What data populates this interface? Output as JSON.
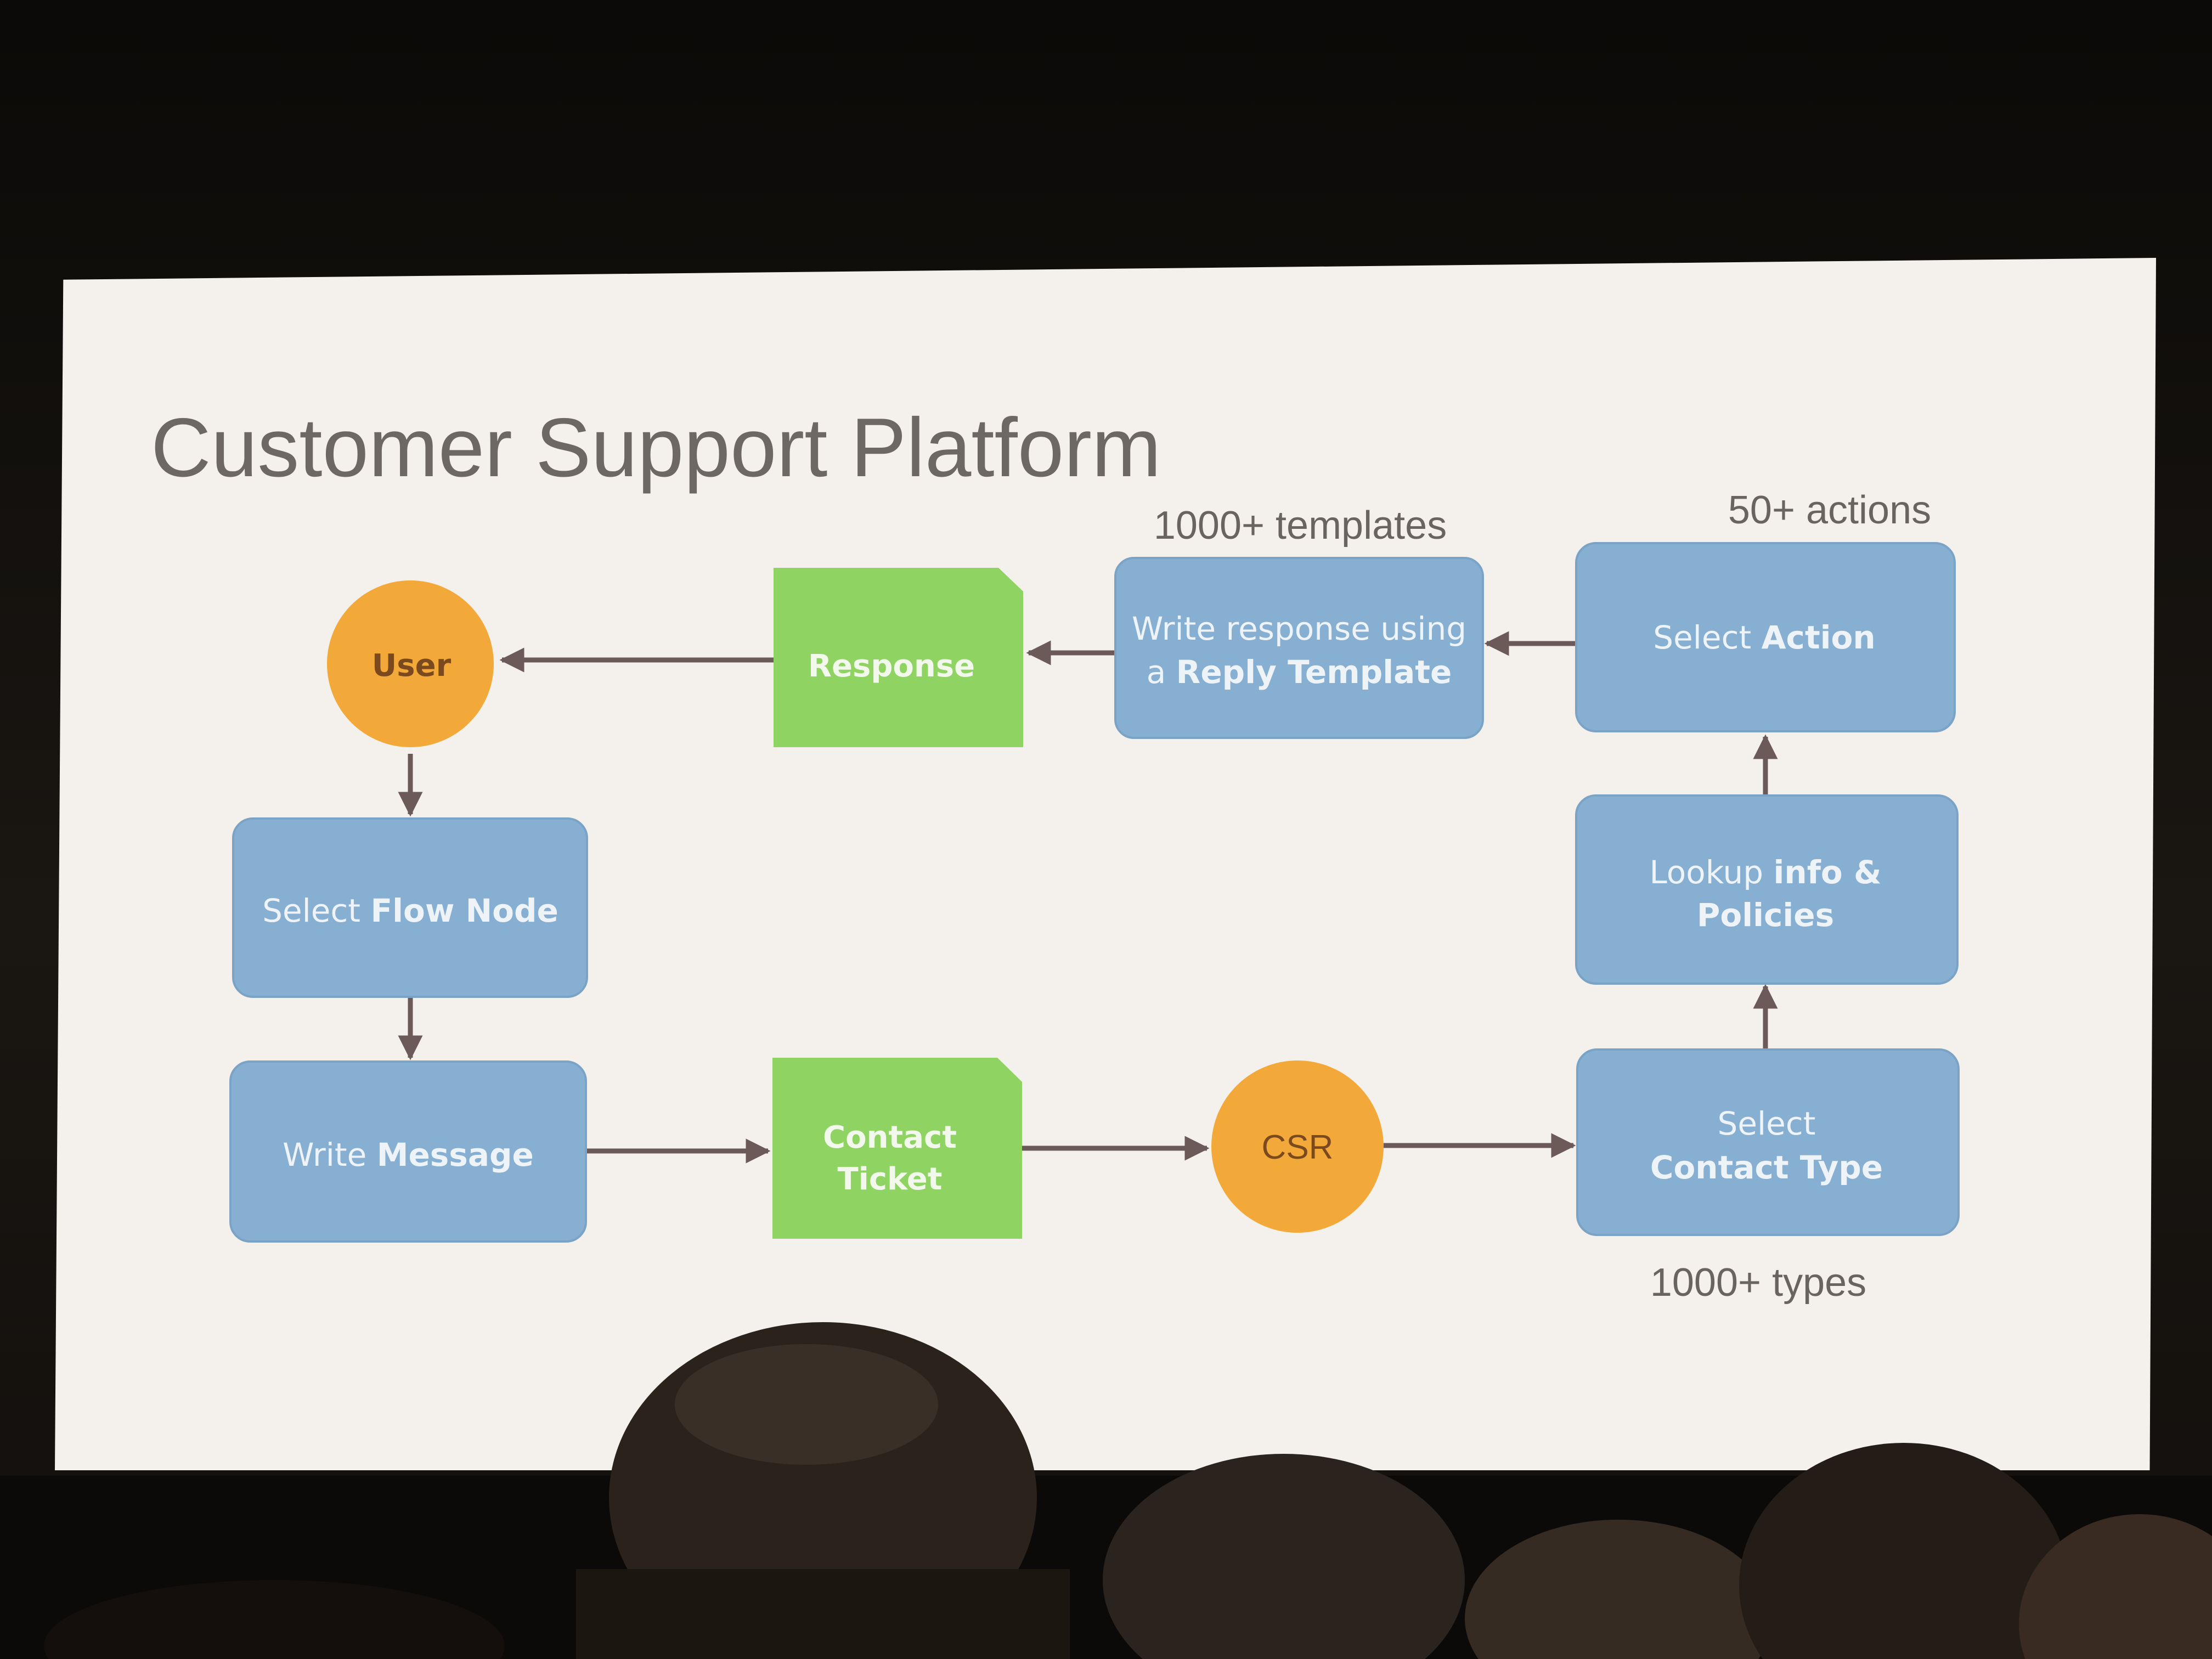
{
  "slide": {
    "title": "Customer Support Platform",
    "annotations": {
      "templates": "1000+ templates",
      "actions": "50+ actions",
      "types": "1000+ types"
    },
    "nodes": {
      "user": "User",
      "response": "Response",
      "write_response_line1": "Write response using",
      "write_response_line2_prefix": "a ",
      "write_response_line2_bold": "Reply Template",
      "select_action_prefix": "Select ",
      "select_action_bold": "Action",
      "select_flow_node_prefix": "Select ",
      "select_flow_node_bold": "Flow Node",
      "lookup_prefix": "Lookup ",
      "lookup_bold_line1": "info &",
      "lookup_bold_line2": "Policies",
      "write_message_prefix": "Write ",
      "write_message_bold": "Message",
      "contact_ticket_line1": "Contact",
      "contact_ticket_line2": "Ticket",
      "csr": "CSR",
      "select_contact_type_line1": "Select",
      "select_contact_type_line2": "Contact Type"
    },
    "colors": {
      "process_box": "#86afd2",
      "process_box_edge": "#7aa3c6",
      "document": "#8fd363",
      "circle": "#f3a93a",
      "edge": "#6b5a57",
      "slide_background": "#f4f0ec",
      "title_text": "#6e6864"
    }
  }
}
